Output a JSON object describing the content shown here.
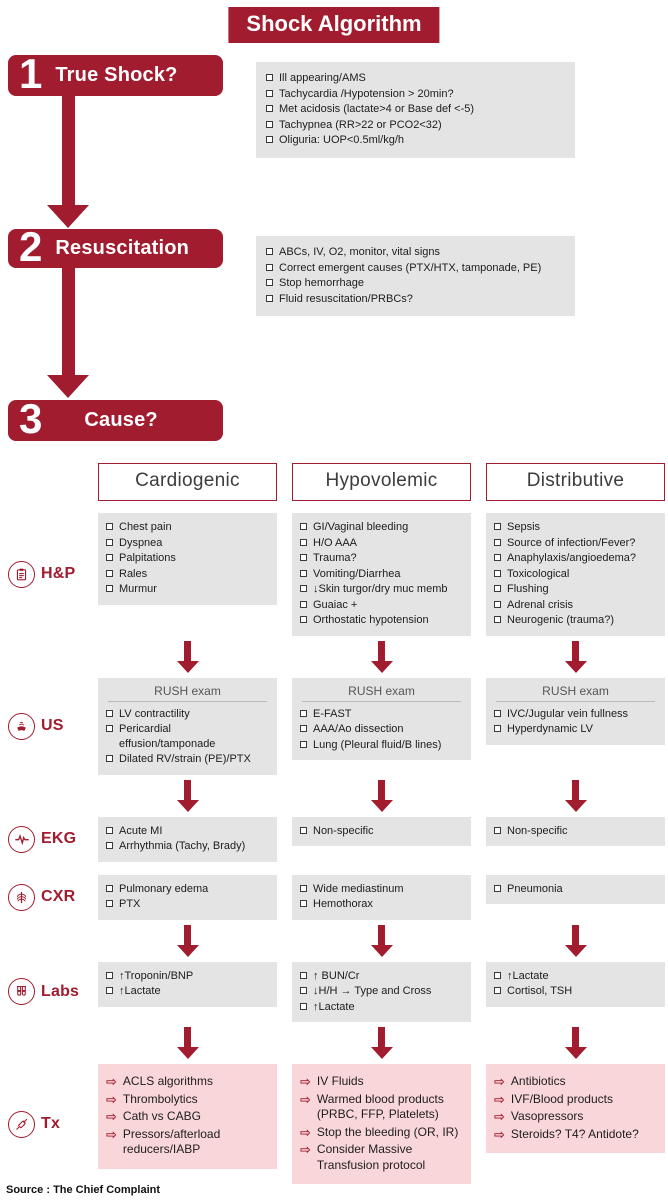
{
  "title": "Shock Algorithm",
  "source_note": "Source : The Chief Complaint",
  "colors": {
    "accent": "#a01c2e",
    "panel_gray": "#e4e4e4",
    "tx_pink": "#f9d6da"
  },
  "icons": {
    "hp": "clipboard-icon",
    "us": "ultrasound-probe-icon",
    "ekg": "heartbeat-icon",
    "cxr": "ribcage-icon",
    "labs": "test-tubes-icon",
    "tx": "syringe-icon",
    "checkbox": "checkbox-square",
    "tx_bullet": "⇨"
  },
  "steps": [
    {
      "number": "1",
      "label": "True Shock?",
      "checklist": [
        "Ill appearing/AMS",
        "Tachycardia /Hypotension > 20min?",
        "Met acidosis (lactate>4 or Base def <-5)",
        "Tachypnea (RR>22 or PCO2<32)",
        "Oliguria: UOP<0.5ml/kg/h"
      ]
    },
    {
      "number": "2",
      "label": "Resuscitation",
      "checklist": [
        "ABCs, IV, O2, monitor, vital signs",
        "Correct emergent causes (PTX/HTX, tamponade, PE)",
        "Stop hemorrhage",
        "Fluid resuscitation/PRBCs?"
      ]
    },
    {
      "number": "3",
      "label": "Cause?"
    }
  ],
  "columns": [
    "Cardiogenic",
    "Hypovolemic",
    "Distributive"
  ],
  "rows": [
    {
      "label": "H&P",
      "icon": "clipboard-icon",
      "cells": [
        [
          "Chest pain",
          "Dyspnea",
          "Palpitations",
          "Rales",
          "Murmur"
        ],
        [
          "GI/Vaginal bleeding",
          "H/O AAA",
          "Trauma?",
          "Vomiting/Diarrhea",
          "↓Skin turgor/dry muc memb",
          "Guaiac +",
          "Orthostatic hypotension"
        ],
        [
          "Sepsis",
          "Source of infection/Fever?",
          "Anaphylaxis/angioedema?",
          "Toxicological",
          "Flushing",
          "Adrenal crisis",
          "Neurogenic (trauma?)"
        ]
      ]
    },
    {
      "label": "US",
      "icon": "ultrasound-probe-icon",
      "header": "RUSH exam",
      "cells": [
        [
          "LV contractility",
          "Pericardial effusion/tamponade",
          "Dilated RV/strain (PE)/PTX"
        ],
        [
          "E-FAST",
          "AAA/Ao dissection",
          "Lung (Pleural fluid/B lines)"
        ],
        [
          "IVC/Jugular vein fullness",
          "Hyperdynamic LV"
        ]
      ]
    },
    {
      "label": "EKG",
      "icon": "heartbeat-icon",
      "cells": [
        [
          "Acute MI",
          "Arrhythmia (Tachy, Brady)"
        ],
        [
          "Non-specific"
        ],
        [
          "Non-specific"
        ]
      ]
    },
    {
      "label": "CXR",
      "icon": "ribcage-icon",
      "cells": [
        [
          "Pulmonary edema",
          "PTX"
        ],
        [
          "Wide mediastinum",
          "Hemothorax"
        ],
        [
          "Pneumonia"
        ]
      ]
    },
    {
      "label": "Labs",
      "icon": "test-tubes-icon",
      "cells": [
        [
          "↑Troponin/BNP",
          "↑Lactate"
        ],
        [
          "↑ BUN/Cr",
          "↓H/H → Type and Cross",
          "↑Lactate"
        ],
        [
          "↑Lactate",
          "Cortisol, TSH"
        ]
      ]
    },
    {
      "label": "Tx",
      "icon": "syringe-icon",
      "cells": [
        [
          "ACLS algorithms",
          "Thrombolytics",
          "Cath vs CABG",
          "Pressors/afterload reducers/IABP"
        ],
        [
          "IV Fluids",
          "Warmed blood products (PRBC, FFP, Platelets)",
          "Stop the bleeding (OR, IR)",
          "Consider Massive Transfusion protocol"
        ],
        [
          "Antibiotics",
          "IVF/Blood products",
          "Vasopressors",
          "Steroids? T4? Antidote?"
        ]
      ]
    }
  ]
}
